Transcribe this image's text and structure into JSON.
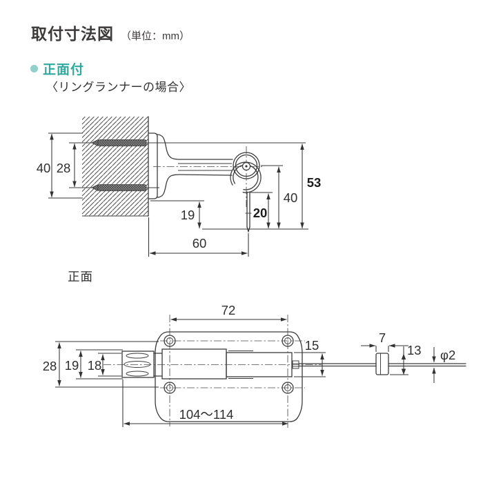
{
  "header": {
    "title": "取付寸法図",
    "unit": "（単位：mm）"
  },
  "section": {
    "label": "正面付"
  },
  "subheading": "〈リングランナーの場合〉",
  "colors": {
    "accent_teal": "#2fa89e",
    "bullet_teal": "#8fd0c9",
    "line": "#3a3a3a",
    "text": "#333333",
    "background": "#ffffff"
  },
  "side_view": {
    "dims": {
      "wall_height": "40",
      "screw_spacing": "28",
      "drop_below_bracket": "19",
      "hook_length": "20",
      "ring_drop": "40",
      "total_height": "53",
      "projection": "60"
    }
  },
  "front_view": {
    "label": "正面",
    "dims": {
      "hole_span": "72",
      "overall_height": "28",
      "body_height": "19",
      "cap_diameter": "18",
      "rod_height": "15",
      "block_width": "7",
      "block_height": "13",
      "wire_diameter": "φ2",
      "length_range": "104～114"
    }
  }
}
